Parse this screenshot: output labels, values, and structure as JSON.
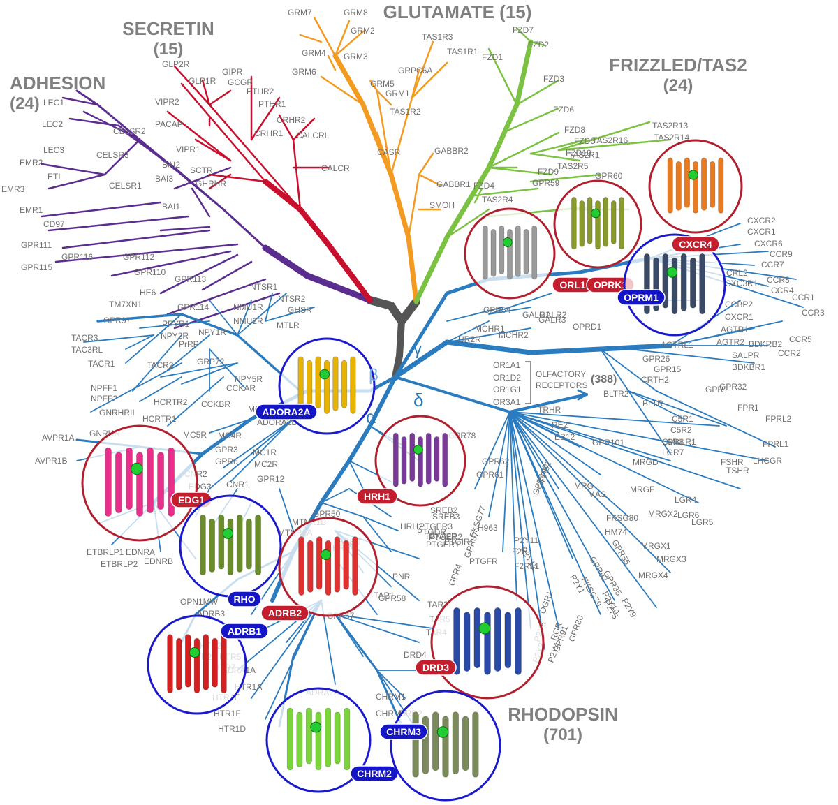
{
  "families": {
    "glutamate": {
      "name": "GLUTAMATE (15)"
    },
    "secretin": {
      "name": "SECRETIN",
      "count": "(15)"
    },
    "adhesion": {
      "name": "ADHESION",
      "count": "(24)"
    },
    "frizzled": {
      "name": "FRIZZLED/TAS2",
      "count": "(24)"
    },
    "rhodopsin": {
      "name": "RHODOPSIN",
      "count": "(701)"
    }
  },
  "olfactory": {
    "receptors": [
      "OR1A1",
      "OR1D2",
      "OR1G1",
      "OR3A1"
    ],
    "label_1": "OLFACTORY",
    "label_2": "RECEPTORS",
    "count": "(388)"
  },
  "branch_symbols": {
    "alpha": "α",
    "beta": "β",
    "gamma": "γ",
    "delta": "δ"
  },
  "structures": [
    {
      "label": "ADORA2A",
      "ring": "blue",
      "protein_color": "#e8b300"
    },
    {
      "label": "EDG1",
      "ring": "red",
      "protein_color": "#e8308a"
    },
    {
      "label": "RHO",
      "ring": "blue",
      "protein_color": "#6b8c2a"
    },
    {
      "label": "ADRB2",
      "ring": "red",
      "protein_color": "#e03030"
    },
    {
      "label": "ADRB1",
      "ring": "blue",
      "protein_color": "#d42020"
    },
    {
      "label": "HRH1",
      "ring": "red",
      "protein_color": "#7a3a9a"
    },
    {
      "label": "ORL1",
      "ring": "red",
      "protein_color": "#9a9a9a"
    },
    {
      "label": "OPRK1",
      "ring": "red",
      "protein_color": "#8a9a2a"
    },
    {
      "label": "OPRM1",
      "ring": "blue",
      "protein_color": "#3a4a66"
    },
    {
      "label": "CXCR4",
      "ring": "red",
      "protein_color": "#e87a20"
    },
    {
      "label": "DRD3",
      "ring": "red",
      "protein_color": "#2a4aa8"
    },
    {
      "label": "CHRM2",
      "ring": "blue",
      "protein_color": "#7ad43a"
    },
    {
      "label": "CHRM3",
      "ring": "blue",
      "protein_color": "#7a8a5a"
    }
  ],
  "colors": {
    "adhesion": "#5b2d8e",
    "secretin": "#c8102e",
    "glutamate": "#f39a21",
    "frizzled": "#7cc242",
    "rhodopsin": "#2b7bbf",
    "root": "#555555",
    "ring_red": "#b0202e",
    "ring_blue": "#1a1acc",
    "label_text": "#707070"
  },
  "leaves": {
    "glutamate": [
      "GRM7",
      "GRM8",
      "GRM2",
      "GRM4",
      "GRM3",
      "GRM6",
      "TAS1R3",
      "TAS1R1",
      "GRPC6A",
      "GRM5",
      "GRM1",
      "TAS1R2",
      "CASR",
      "GABBR2",
      "GABBR1",
      "SMOH"
    ],
    "secretin": [
      "GLP2R",
      "GIPR",
      "GLP1R",
      "GCGR",
      "PTHR2",
      "PTHR1",
      "VIPR2",
      "PACAP",
      "VIPR1",
      "CRHR2",
      "CALCRL",
      "CRHR1",
      "CALCR",
      "SCTR",
      "GHRHR"
    ],
    "adhesion": [
      "LEC1",
      "LEC2",
      "LEC3",
      "CELSR2",
      "CELSR3",
      "EMR2",
      "ETL",
      "CELSR1",
      "BAI2",
      "BAI3",
      "EMR3",
      "EMR1",
      "BAI1",
      "CD97",
      "GPR111",
      "GPR115",
      "GPR116",
      "GPR112",
      "GPR110",
      "GPR113",
      "HE6",
      "TM7XN1",
      "GPR114",
      "GPR97"
    ],
    "frizzled": [
      "FZD7",
      "FZD2",
      "FZD1",
      "FZD3",
      "FZD6",
      "FZD8",
      "FZD5",
      "FZD10",
      "TAS2R16",
      "TAS2R13",
      "TAS2R14",
      "TAS2R1",
      "TAS2R5",
      "FZD9",
      "GPR59",
      "FZD4",
      "GPR60",
      "TAS2R4"
    ],
    "rhodopsin_upper": [
      "NTSR1",
      "NTSR2",
      "NMU1R",
      "GHSR",
      "NMU2R",
      "MTLR",
      "PPYR1",
      "NPY1R",
      "NPY2R",
      "TACR3",
      "TAC3RL",
      "PrRP",
      "TACR1",
      "TACR2",
      "GRP72",
      "NPFF1",
      "NPY5R",
      "NPFF2",
      "HCRTR2",
      "CCKBR",
      "CCKAR",
      "GNRHRII",
      "HCRTR1",
      "GNRHR",
      "MC3R",
      "ADORA2B",
      "MC5R",
      "AVPR1A",
      "AVPR1B",
      "MC4R",
      "GPR3",
      "MC1R",
      "GPR6",
      "MC2R",
      "CNR2",
      "GPR12",
      "CNR1",
      "EDG3",
      "GPR50",
      "MTNR1B",
      "MTNR1A",
      "ETBRLP1",
      "EDNRA",
      "ETBRLP2",
      "EDNRB",
      "OPN1MW",
      "ADRB3",
      "HTR2B",
      "HTR2A",
      "ADRA1A",
      "HTR5",
      "HTR7",
      "HTR1A",
      "HTR1E",
      "HTR1F",
      "HTR1D",
      "ADRA2A",
      "CHRM1",
      "CHRM5",
      "DRD2",
      "DRD4",
      "GPR57",
      "GPR58",
      "TAR1",
      "TAR3",
      "TAR5",
      "TAR4",
      "PNR",
      "HRH3",
      "HRH4",
      "HRH2",
      "PTGER1",
      "TBXA2R",
      "PTGER3",
      "PTGFR",
      "PTGDR",
      "PTGIR",
      "PTGER2",
      "SREB2",
      "SREB3",
      "H963",
      "GPR78",
      "GPR62",
      "GPR61",
      "UR2R",
      "MCHR1",
      "MCHR2",
      "GALR1",
      "GALR2",
      "GALR3",
      "OPRD1",
      "GPR54"
    ],
    "rhodopsin_lower": [
      "TRHR",
      "RE2",
      "EB12",
      "GPR101",
      "LGR8",
      "LGR7",
      "FSHR",
      "LHCGR",
      "TSHR",
      "MRGD",
      "MRG",
      "MAS",
      "MRGF",
      "MRGX2",
      "LGR4",
      "LGR6",
      "LGR5",
      "FKSG80",
      "HM74",
      "MRGX1",
      "MRGX3",
      "MRGX4",
      "GPR55",
      "GPR35",
      "GPR92",
      "P2Y5",
      "P2Y9",
      "P2Y10",
      "FKSG79",
      "P2Y1",
      "P2Y11",
      "F2R",
      "F2RL1",
      "P2Y12",
      "FKSG77",
      "GPR87",
      "GPR4",
      "OGR1",
      "P2Y6",
      "P2Y2",
      "P2Y4",
      "GPR91",
      "GPR80",
      "RGR",
      "GPR103",
      "GPR62"
    ],
    "rhodopsin_right": [
      "CXCR2",
      "CXCR1",
      "CXCR6",
      "CCR9",
      "CCR7",
      "CRL2",
      "CXC3R1",
      "CCR8",
      "CCR4",
      "CCR1",
      "CCR3",
      "CCBP2",
      "CXCR1",
      "AGTR1",
      "AGTR2",
      "BDKRB2",
      "CCR5",
      "CCR2",
      "AGTRL1",
      "SALPR",
      "BDKBR1",
      "GPR26",
      "GPR15",
      "CRTH2",
      "GPR32",
      "BLTR2",
      "BLTR",
      "GPR1",
      "FPR1",
      "C5R1",
      "C5R2",
      "FPRL2",
      "CMKLR1",
      "FPRL1"
    ]
  }
}
